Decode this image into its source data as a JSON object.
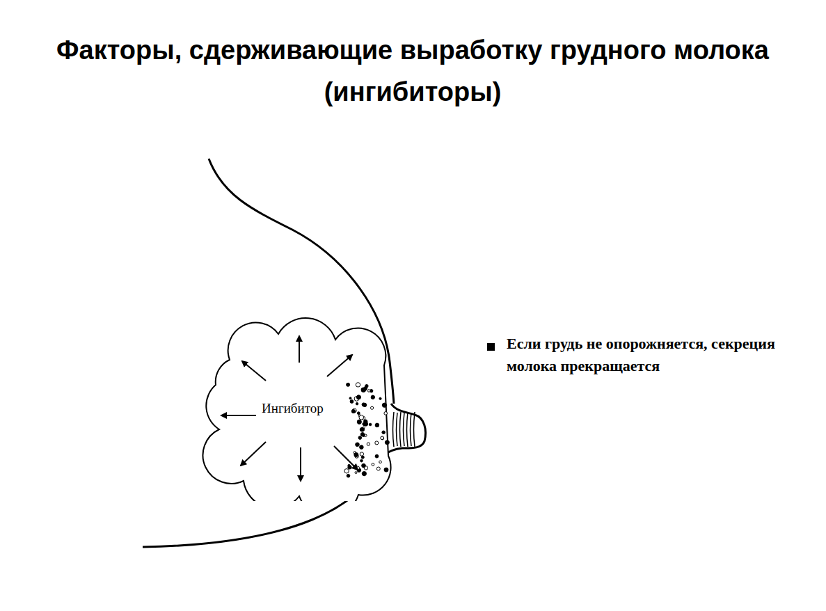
{
  "diagram": {
    "title": "Факторы, сдерживающие выработку грудного молока (ингибиторы)",
    "nodes": [
      {
        "text": [
          "Ингибитор"
        ]
      }
    ],
    "labels": [
      "Если грудь не опорожняется, секреция молока прекращается"
    ]
  }
}
